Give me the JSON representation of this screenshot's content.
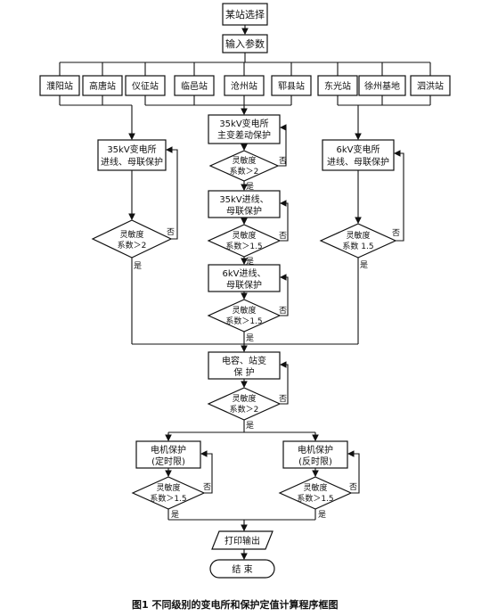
{
  "flow": {
    "start": "某站选择",
    "input": "输入参数",
    "stations": [
      "濮阳站",
      "高唐站",
      "仪征站",
      "临邑站",
      "沧州站",
      "郓县站",
      "东光站",
      "徐州基地",
      "泗洪站"
    ],
    "left_protect": [
      "35kV变电所",
      "进线、母联保护"
    ],
    "left_decision": [
      "灵敏度",
      "系数＞2"
    ],
    "mid_protect1": [
      "35kV变电所",
      "主变差动保护"
    ],
    "mid_decision1": [
      "灵敏度",
      "系数＞2"
    ],
    "mid_protect2": [
      "35kV进线、",
      "母联保护"
    ],
    "mid_decision2": [
      "灵敏度",
      "系数＞1.5"
    ],
    "mid_protect3": [
      "6kV进线、",
      "母联保护"
    ],
    "mid_decision3": [
      "灵敏度",
      "系数＞1.5"
    ],
    "right_protect": [
      "6kV变电所",
      "进线、母联保护"
    ],
    "right_decision": [
      "灵敏度",
      "系数  1.5"
    ],
    "cap_protect": [
      "电容、站变",
      "保 护"
    ],
    "cap_decision": [
      "灵敏度",
      "系数＞2"
    ],
    "motor_left": [
      "电机保护",
      "(定时限)"
    ],
    "motor_left_decision": [
      "灵敏度",
      "系数＞1.5"
    ],
    "motor_right": [
      "电机保护",
      "(反时限)"
    ],
    "motor_right_decision": [
      "灵敏度",
      "系数＞1.5"
    ],
    "print": "打印输出",
    "end": "结 束",
    "yes": "是",
    "no": "否"
  },
  "caption": "图1   不同级别的变电所和保护定值计算程序框图"
}
